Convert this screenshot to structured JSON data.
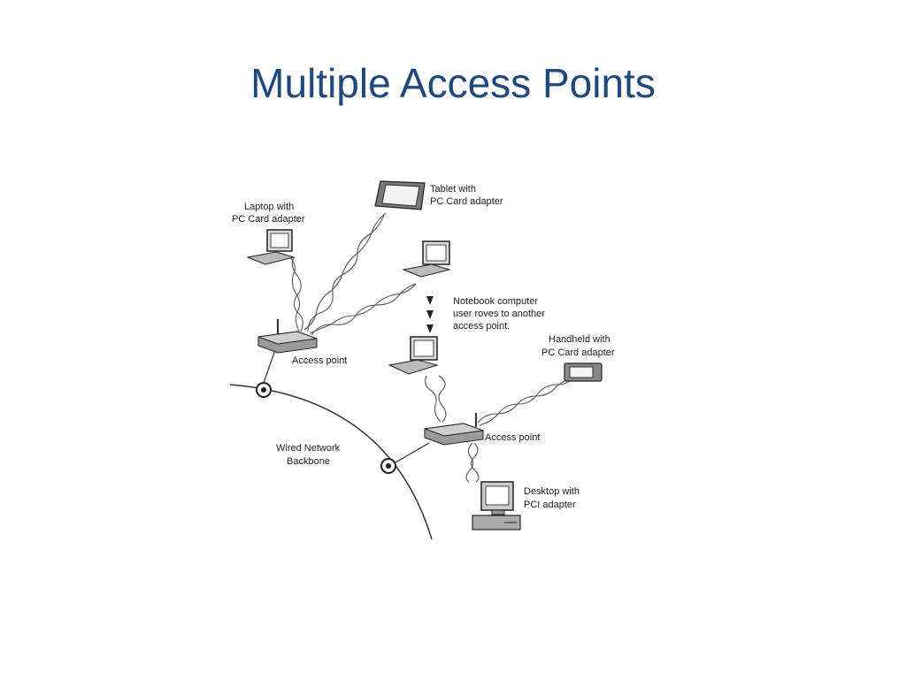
{
  "slide": {
    "title": "Multiple Access Points"
  },
  "diagram": {
    "labels": {
      "laptop_line1": "Laptop with",
      "laptop_line2": "PC Card adapter",
      "tablet_line1": "Tablet with",
      "tablet_line2": "PC Card adapter",
      "notebook_line1": "Notebook computer",
      "notebook_line2": "user roves to another",
      "notebook_line3": "access point.",
      "handheld_line1": "Handheld with",
      "handheld_line2": "PC Card adapter",
      "access_point_1": "Access point",
      "access_point_2": "Access point",
      "backbone_line1": "Wired Network",
      "backbone_line2": "Backbone",
      "desktop_line1": "Desktop with",
      "desktop_line2": "PCI adapter"
    }
  }
}
